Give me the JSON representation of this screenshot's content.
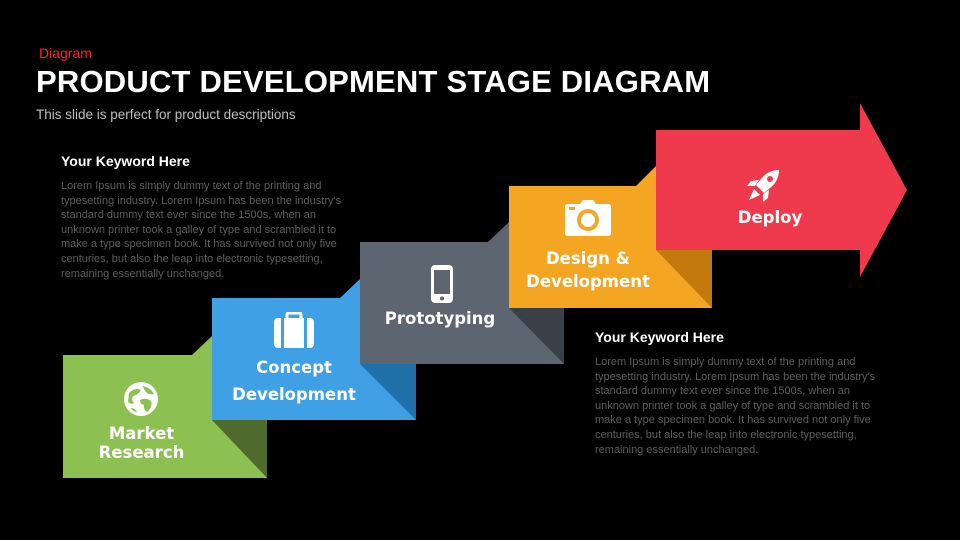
{
  "header": {
    "tag": "Diagram",
    "title": "PRODUCT DEVELOPMENT STAGE DIAGRAM",
    "subtitle": "This slide is perfect for product descriptions"
  },
  "keywords": [
    {
      "title": "Your Keyword Here",
      "body": "Lorem Ipsum is simply dummy text of the printing and typesetting industry. Lorem Ipsum has been the industry's standard dummy text ever since the 1500s, when an unknown printer took a galley of type and scrambled it to make a type specimen book. It has survived not only five centuries, but also the leap into electronic typesetting, remaining essentially unchanged."
    },
    {
      "title": "Your Keyword Here",
      "body": "Lorem Ipsum is simply dummy text of the printing and typesetting industry. Lorem Ipsum has been the industry's standard dummy text ever since the 1500s, when an unknown printer took a galley of type and scrambled it to make a type specimen book. It has survived not only five centuries, but also the leap into electronic typesetting, remaining essentially unchanged."
    }
  ],
  "stages": [
    {
      "line1": "Market",
      "line2": "Research",
      "icon": "globe-icon",
      "color": "#8cc152",
      "dark": "#4e6a2c"
    },
    {
      "line1": "Concept",
      "line2": "Development",
      "icon": "briefcase-icon",
      "color": "#3fa0e5",
      "dark": "#1f6fa9"
    },
    {
      "line1": "Prototyping",
      "line2": "",
      "icon": "smartphone-icon",
      "color": "#5c6570",
      "dark": "#3a4048"
    },
    {
      "line1": "Design &",
      "line2": "Development",
      "icon": "camera-icon",
      "color": "#f4a623",
      "dark": "#c27a0c"
    },
    {
      "line1": "Deploy",
      "line2": "",
      "icon": "rocket-icon",
      "color": "#ee3a4c",
      "dark": "#b22836"
    }
  ]
}
